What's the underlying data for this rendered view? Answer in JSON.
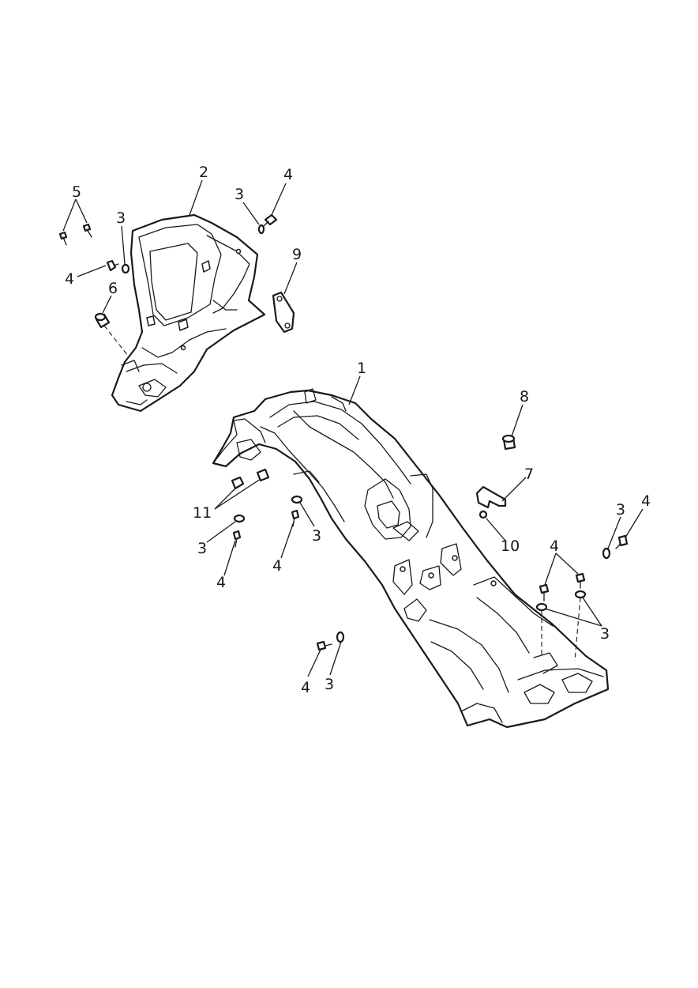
{
  "diagram": {
    "callouts": [
      {
        "id": "c-2",
        "text": "2"
      },
      {
        "id": "c-5",
        "text": "5"
      },
      {
        "id": "c-3a",
        "text": "3"
      },
      {
        "id": "c-3b",
        "text": "3"
      },
      {
        "id": "c-4a",
        "text": "4"
      },
      {
        "id": "c-4b",
        "text": "4"
      },
      {
        "id": "c-6",
        "text": "6"
      },
      {
        "id": "c-9",
        "text": "9"
      },
      {
        "id": "c-1",
        "text": "1"
      },
      {
        "id": "c-8",
        "text": "8"
      },
      {
        "id": "c-7",
        "text": "7"
      },
      {
        "id": "c-11",
        "text": "11"
      },
      {
        "id": "c-3c",
        "text": "3"
      },
      {
        "id": "c-3d",
        "text": "3"
      },
      {
        "id": "c-4c",
        "text": "4"
      },
      {
        "id": "c-4d",
        "text": "4"
      },
      {
        "id": "c-10",
        "text": "10"
      },
      {
        "id": "c-3e",
        "text": "3"
      },
      {
        "id": "c-4e",
        "text": "4"
      },
      {
        "id": "c-4f",
        "text": "4"
      },
      {
        "id": "c-3f",
        "text": "3"
      },
      {
        "id": "c-4g",
        "text": "4"
      },
      {
        "id": "c-3g",
        "text": "3"
      }
    ]
  }
}
